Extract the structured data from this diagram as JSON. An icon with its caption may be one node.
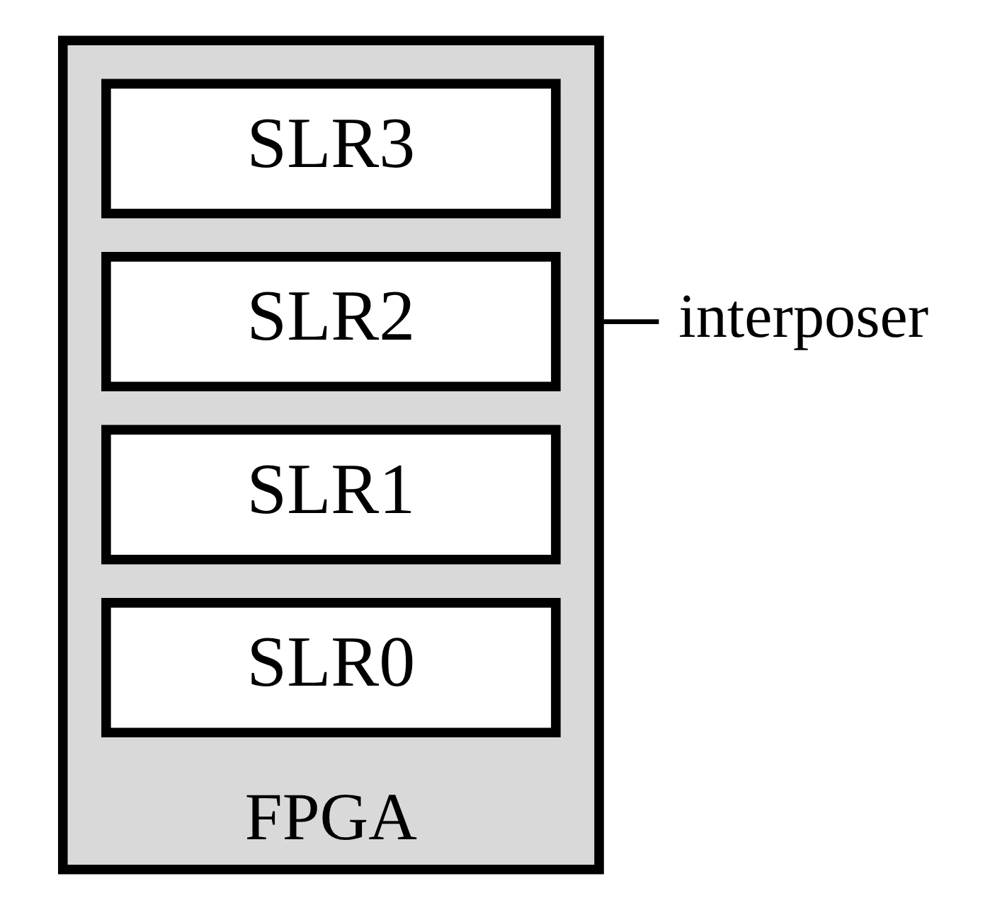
{
  "diagram": {
    "nodes": [
      {
        "text": [
          "FPGA"
        ]
      },
      {
        "text": [
          "SLR3"
        ],
        "in": 0
      },
      {
        "text": [
          "SLR2"
        ],
        "in": 0
      },
      {
        "text": [
          "SLR1"
        ],
        "in": 0
      },
      {
        "text": [
          "SLR0"
        ],
        "in": 0
      },
      {
        "text": [
          "interposer"
        ]
      }
    ],
    "edges": [
      {
        "from": 5,
        "to": 0,
        "arrow": "none"
      }
    ]
  }
}
